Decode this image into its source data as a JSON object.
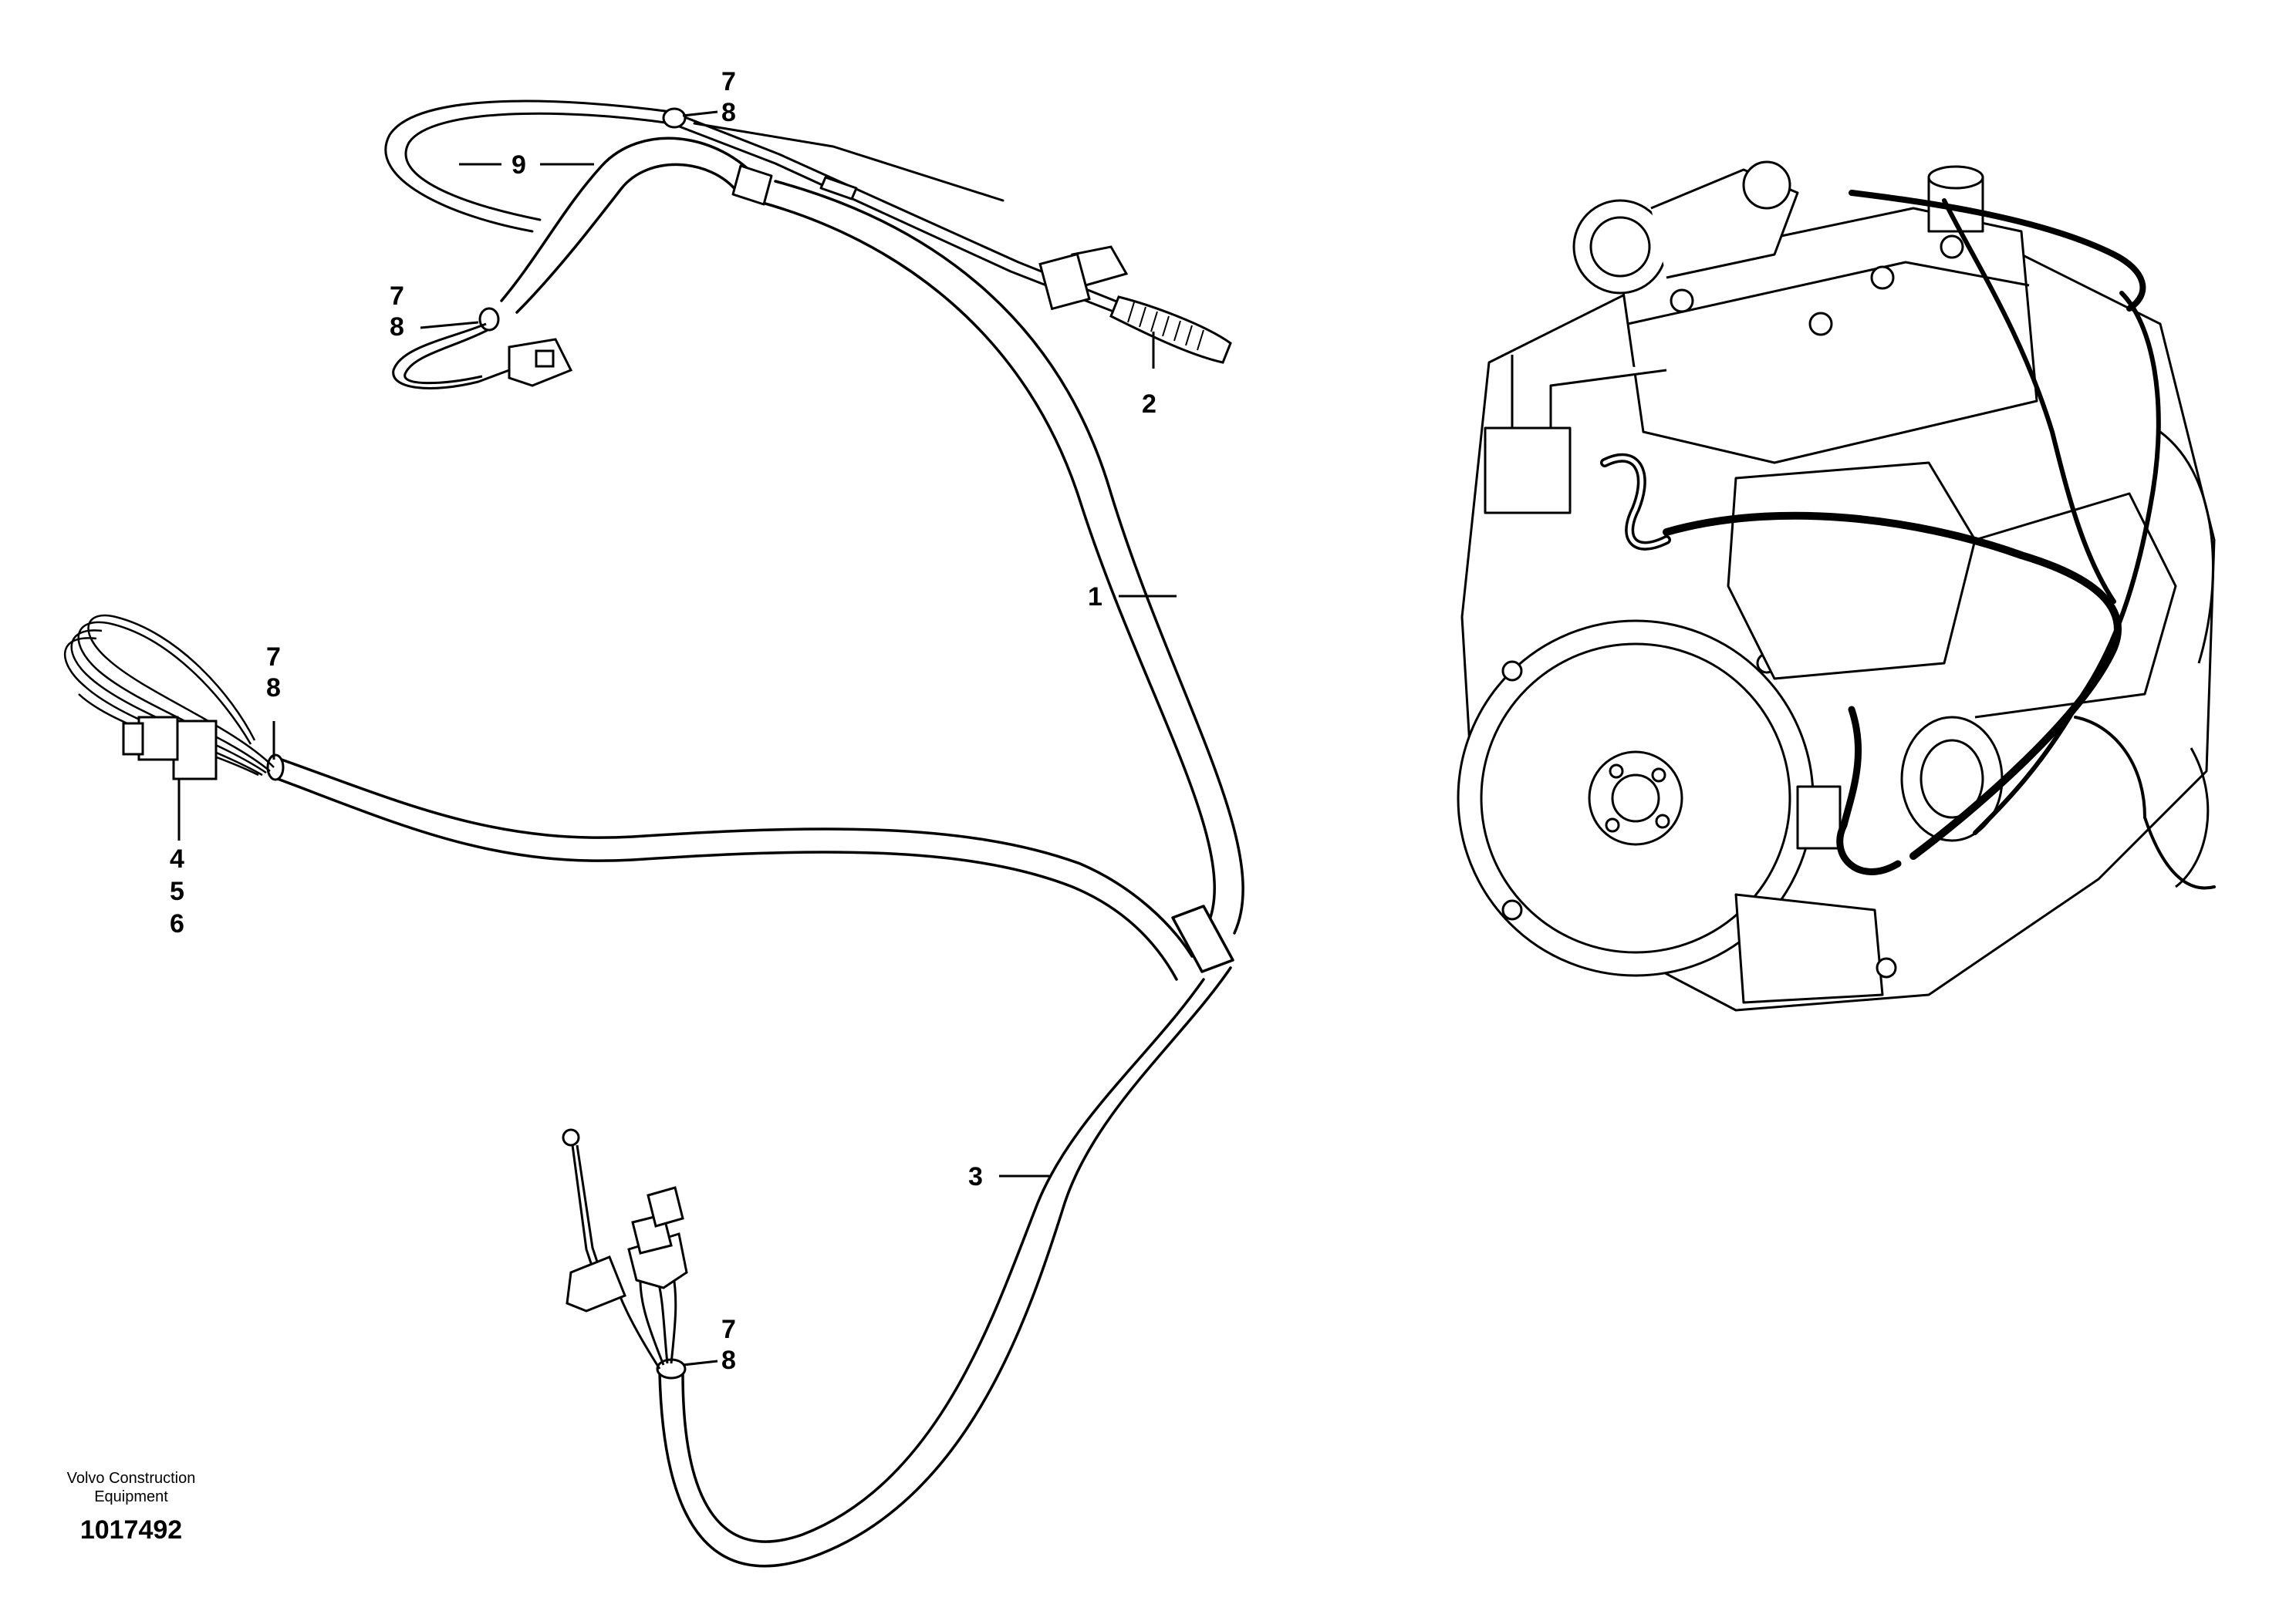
{
  "callouts": {
    "c1": "1",
    "c2": "2",
    "c3": "3",
    "c4": "4",
    "c5": "5",
    "c6": "6",
    "c7_top": "7",
    "c8_top": "8",
    "c9": "9",
    "c7_left": "7",
    "c8_left": "8",
    "c7_mid": "7",
    "c8_mid": "8",
    "c7_bottom": "7",
    "c8_bottom": "8"
  },
  "caption": {
    "company_line1": "Volvo Construction",
    "company_line2": "Equipment",
    "document_number": "1017492"
  }
}
